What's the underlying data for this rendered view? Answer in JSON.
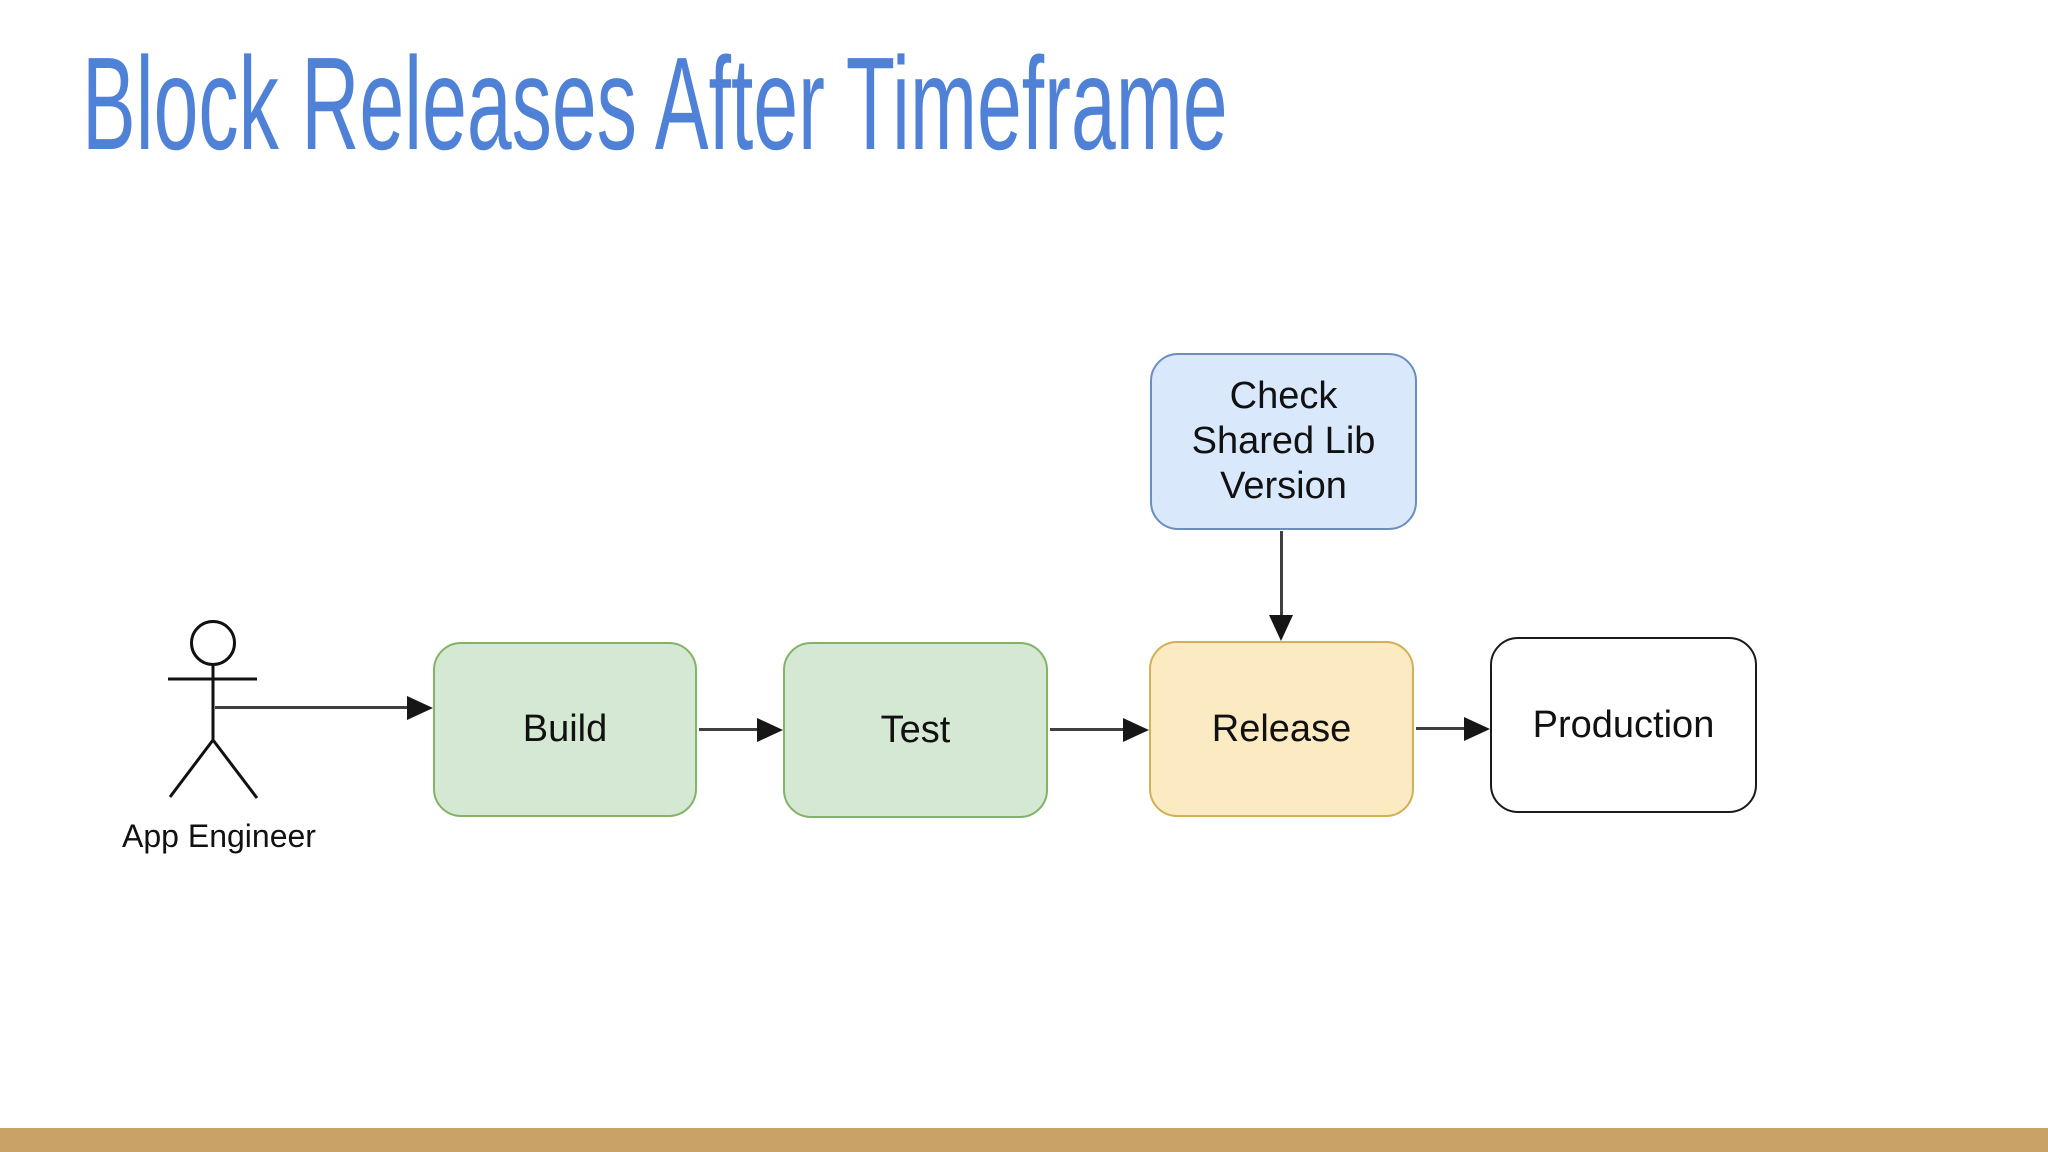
{
  "slide": {
    "title": "Block Releases After Timeframe",
    "colors": {
      "title_blue": "#4f81d7",
      "footer_bar": "#c8a267",
      "background": "#ffffff",
      "green_fill": "#d5e8d4",
      "green_border": "#82b366",
      "yellow_fill": "#fbeac2",
      "yellow_border": "#d2b055",
      "blue_fill": "#dae8fc",
      "blue_border": "#6c8ebf",
      "plain_fill": "#ffffff",
      "plain_border": "#1a1a1a",
      "connector": "#3f3f3f"
    }
  },
  "diagram": {
    "actor": {
      "label": "App Engineer",
      "icon": "stick-figure-icon"
    },
    "nodes": {
      "build": {
        "label": "Build",
        "fill": "#d5e8d4",
        "border": "#82b366"
      },
      "test": {
        "label": "Test",
        "fill": "#d5e8d4",
        "border": "#82b366"
      },
      "release": {
        "label": "Release",
        "fill": "#fbeac2",
        "border": "#d2b055"
      },
      "production": {
        "label": "Production",
        "fill": "#ffffff",
        "border": "#1a1a1a"
      },
      "check": {
        "label": "Check Shared Lib Version",
        "fill": "#dae8fc",
        "border": "#6c8ebf"
      }
    },
    "edges": [
      {
        "from": "App Engineer",
        "to": "Build",
        "direction": "right"
      },
      {
        "from": "Build",
        "to": "Test",
        "direction": "right"
      },
      {
        "from": "Test",
        "to": "Release",
        "direction": "right"
      },
      {
        "from": "Check Shared Lib Version",
        "to": "Release",
        "direction": "down"
      },
      {
        "from": "Release",
        "to": "Production",
        "direction": "right"
      }
    ]
  }
}
